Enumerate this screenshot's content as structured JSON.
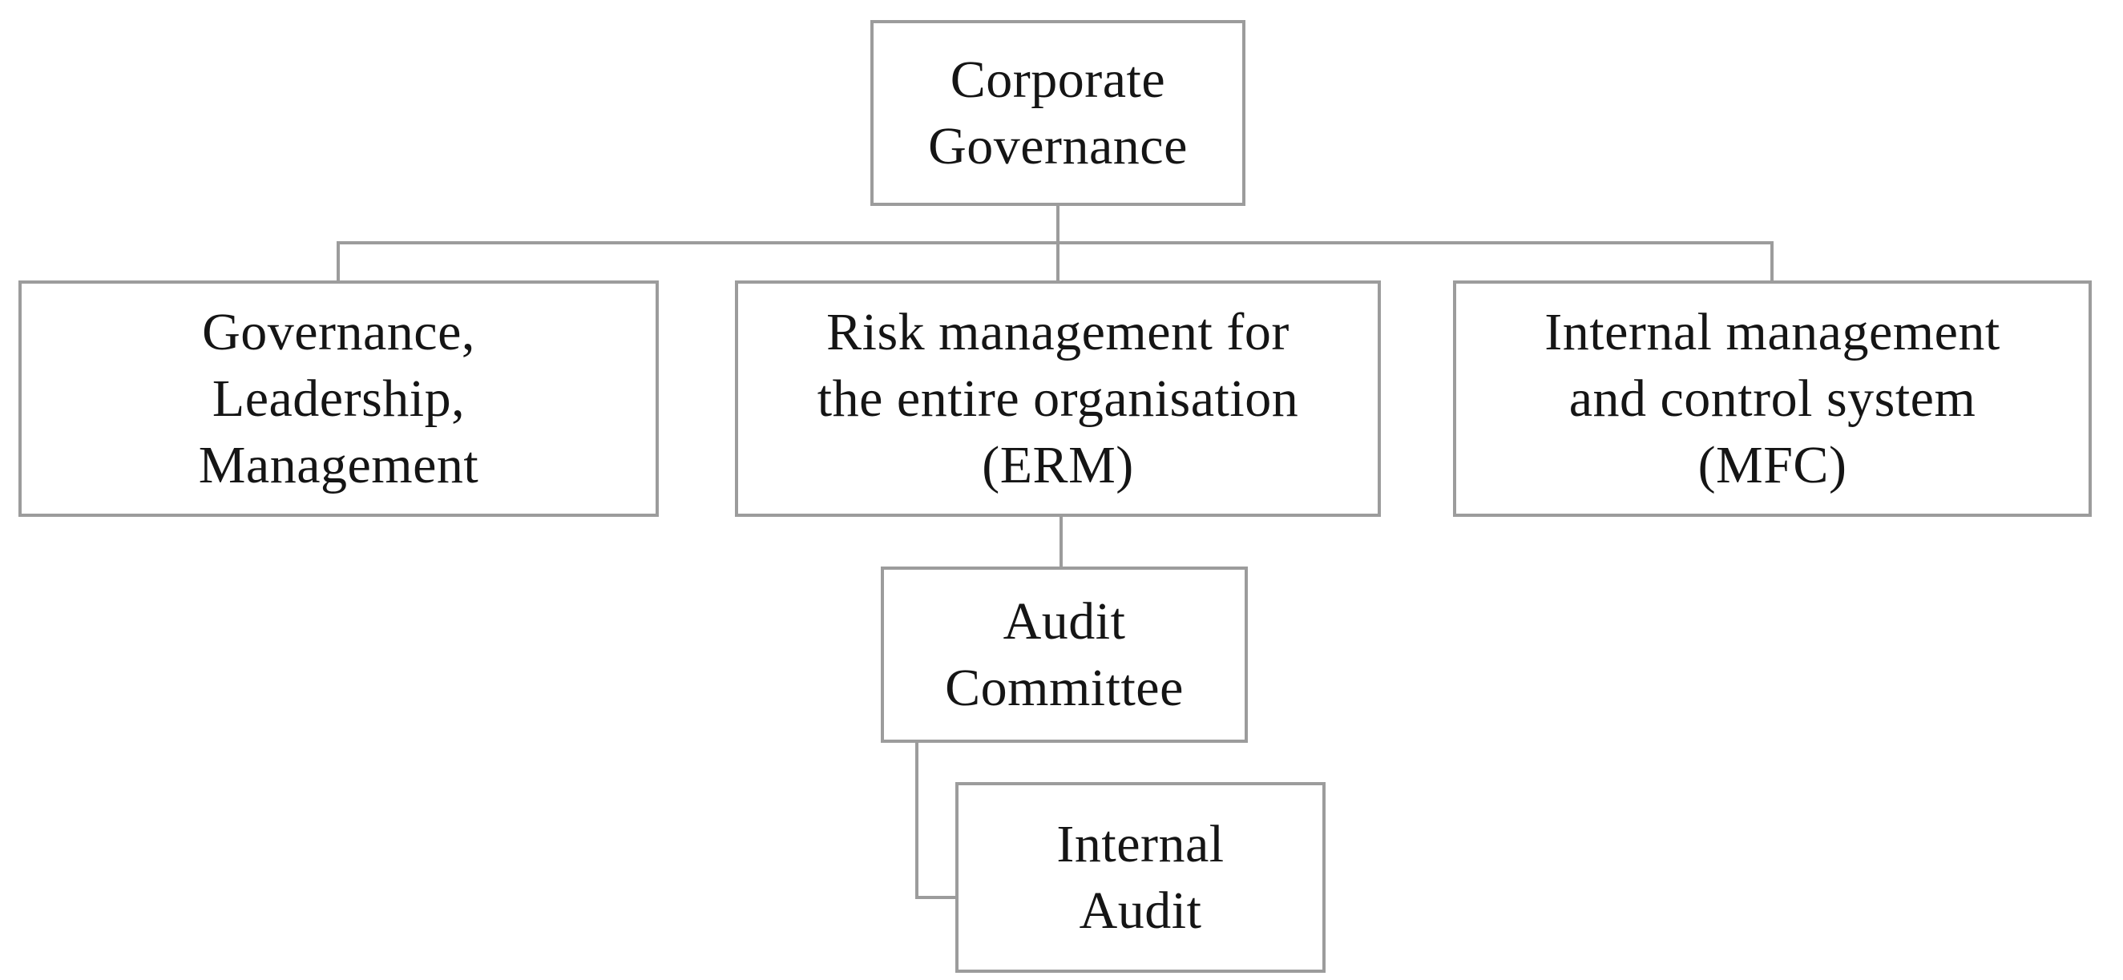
{
  "colors": {
    "line": "#9c9c9c",
    "text": "#151515",
    "background": "#ffffff"
  },
  "diagram": {
    "type": "org-chart",
    "nodes": {
      "corporate_governance": {
        "label": "Corporate\nGovernance"
      },
      "governance_leadership_management": {
        "label": "Governance,\nLeadership,\nManagement"
      },
      "erm": {
        "label": "Risk management for\nthe entire organisation\n(ERM)"
      },
      "mfc": {
        "label": "Internal management\nand control system\n(MFC)"
      },
      "audit_committee": {
        "label": "Audit\nCommittee"
      },
      "internal_audit": {
        "label": "Internal\nAudit"
      }
    },
    "edges": [
      {
        "from": "corporate_governance",
        "to": "governance_leadership_management"
      },
      {
        "from": "corporate_governance",
        "to": "erm"
      },
      {
        "from": "corporate_governance",
        "to": "mfc"
      },
      {
        "from": "erm",
        "to": "audit_committee"
      },
      {
        "from": "audit_committee",
        "to": "internal_audit"
      }
    ]
  }
}
